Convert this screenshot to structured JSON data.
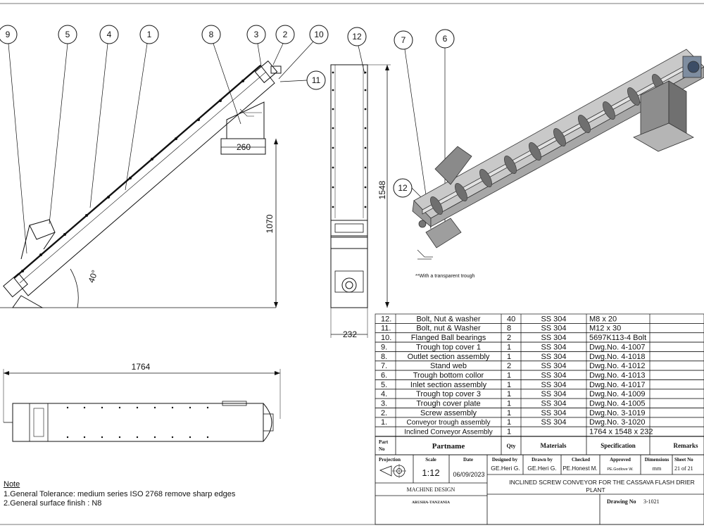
{
  "balloons": [
    "9",
    "5",
    "4",
    "1",
    "8",
    "3",
    "2",
    "10",
    "11",
    "12",
    "7",
    "6",
    "12"
  ],
  "dimensions": {
    "base_width": "260",
    "height": "1070",
    "angle": "40°",
    "end_width": "232",
    "length": "1548",
    "total_length": "1764"
  },
  "iso_note": "**With a transparent trough",
  "notes": {
    "title": "Note",
    "line1": "1.General Tolerance: medium series ISO 2768 remove sharp edges",
    "line2": "2.General surface finish : N8"
  },
  "bom": [
    {
      "no": "12.",
      "name": "Bolt, Nut & washer",
      "qty": "40",
      "mat": "SS 304",
      "spec": "M8 x 20"
    },
    {
      "no": "11.",
      "name": "Bolt, nut & Washer",
      "qty": "8",
      "mat": "SS 304",
      "spec": "M12 x 30"
    },
    {
      "no": "10.",
      "name": "Flanged Ball bearings",
      "qty": "2",
      "mat": "SS 304",
      "spec": "5697K113-4 Bolt"
    },
    {
      "no": "9.",
      "name": "Trough top cover 1",
      "qty": "1",
      "mat": "SS 304",
      "spec": "Dwg.No. 4-1007"
    },
    {
      "no": "8.",
      "name": "Outlet section assembly",
      "qty": "1",
      "mat": "SS 304",
      "spec": "Dwg.No. 4-1018"
    },
    {
      "no": "7.",
      "name": "Stand web",
      "qty": "2",
      "mat": "SS 304",
      "spec": "Dwg.No. 4-1012"
    },
    {
      "no": "6.",
      "name": "Trough bottom collor",
      "qty": "1",
      "mat": "SS 304",
      "spec": "Dwg.No. 4-1013"
    },
    {
      "no": "5.",
      "name": "Inlet section assembly",
      "qty": "1",
      "mat": "SS 304",
      "spec": "Dwg.No. 4-1017"
    },
    {
      "no": "4.",
      "name": "Trough top cover 3",
      "qty": "1",
      "mat": "SS 304",
      "spec": "Dwg.No. 4-1009"
    },
    {
      "no": "3.",
      "name": "Trough cover plate",
      "qty": "1",
      "mat": "SS 304",
      "spec": "Dwg.No. 4-1005"
    },
    {
      "no": "2.",
      "name": "Screw assembly",
      "qty": "1",
      "mat": "SS 304",
      "spec": "Dwg.No. 3-1019"
    },
    {
      "no": "1.",
      "name": "Conveyor trough assembly",
      "qty": "1",
      "mat": "SS 304",
      "spec": "Dwg.No. 3-1020"
    },
    {
      "no": "",
      "name": "Inclined Conveyor Assembly",
      "qty": "1",
      "mat": "",
      "spec": "1764 x 1548 x 232"
    }
  ],
  "bom_header": {
    "part_no_1": "Part",
    "part_no_2": "No",
    "partname": "Partname",
    "qty": "Qty",
    "materials": "Materials",
    "specification": "Specification",
    "remarks": "Remarks"
  },
  "title_block": {
    "projection": "Projection",
    "scale_label": "Scale",
    "scale": "1:12",
    "date_label": "Date",
    "date": "06/09/2023",
    "designed_by_label": "Designed by",
    "designed_by": "GE.Heri G.",
    "drawn_by_label": "Drawn by",
    "drawn_by": "GE.Heri G.",
    "checked_label": "Checked",
    "checked": "PE.Honest M.",
    "approved_label": "Approved",
    "approved": "PE.Godlove W.",
    "dimensions_label": "Dimensions",
    "dimensions": "mm",
    "sheet_label": "Sheet No",
    "sheet": "21 of 21",
    "machine_design": "MACHINE DESIGN",
    "location": "ARUSHA-TANZANIA",
    "title_line1": "INCLINED SCREW CONVEYOR FOR THE CASSAVA FLASH DRIER",
    "title_line2": "PLANT",
    "drawing_no_label": "Drawing No",
    "drawing_no": "3-1021"
  }
}
